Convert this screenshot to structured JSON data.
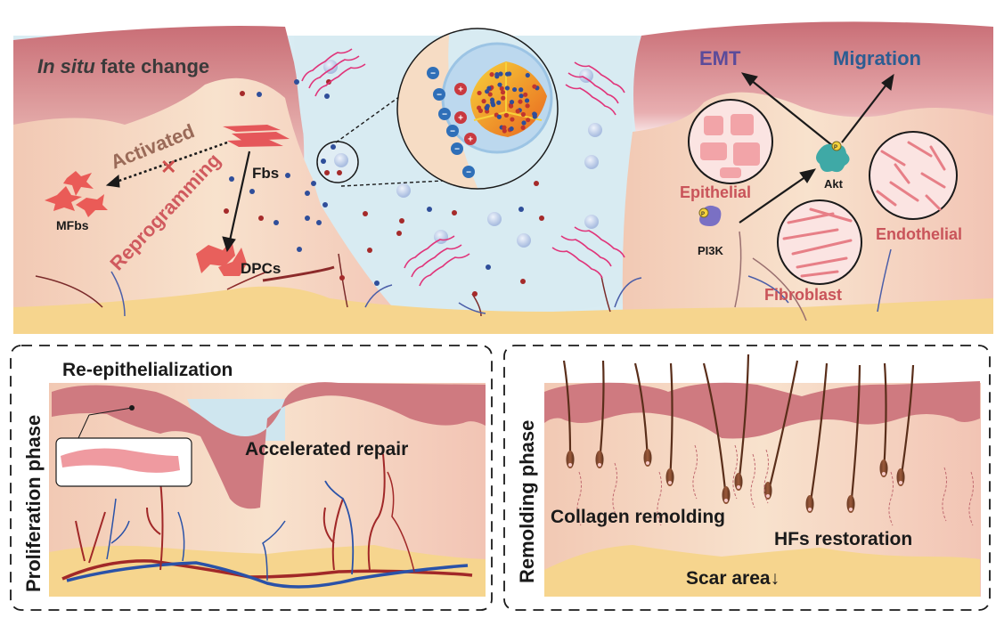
{
  "top_panel": {
    "title_italic": "In situ",
    "title_rest": " fate change",
    "activated": "Activated",
    "reprogramming": "Reprogramming",
    "fbs": "Fbs",
    "mfbs": "MFbs",
    "dpcs": "DPCs",
    "emt": "EMT",
    "migration": "Migration",
    "akt": "Akt",
    "pi3k": "PI3K",
    "epithelial": "Epithelial",
    "endothelial": "Endothelial",
    "fibroblast": "Fibroblast",
    "phospho_symbol": "P",
    "charges": {
      "plus": "+",
      "minus": "−"
    }
  },
  "proliferation_panel": {
    "side_label": "Proliferation phase",
    "re_epithelialization": "Re-epithelialization",
    "accelerated_repair": "Accelerated repair"
  },
  "remodeling_panel": {
    "side_label": "Remolding phase",
    "collagen": "Collagen remolding",
    "hfs": "HFs restoration",
    "scar": "Scar area↓"
  },
  "colors": {
    "epidermis": "#c9737a",
    "dermis": "#f6d9c0",
    "fat": "#f6d48c",
    "fluid": "#d8ecf3",
    "text_dark": "#1a1a1a",
    "text_red": "#c9545a",
    "text_brown": "#9a6a58",
    "emt": "#5b4b9a",
    "migration": "#2c5d92",
    "akt": "#3fa9a6",
    "pi3k": "#7a70c4",
    "wave": "#e0347a"
  }
}
